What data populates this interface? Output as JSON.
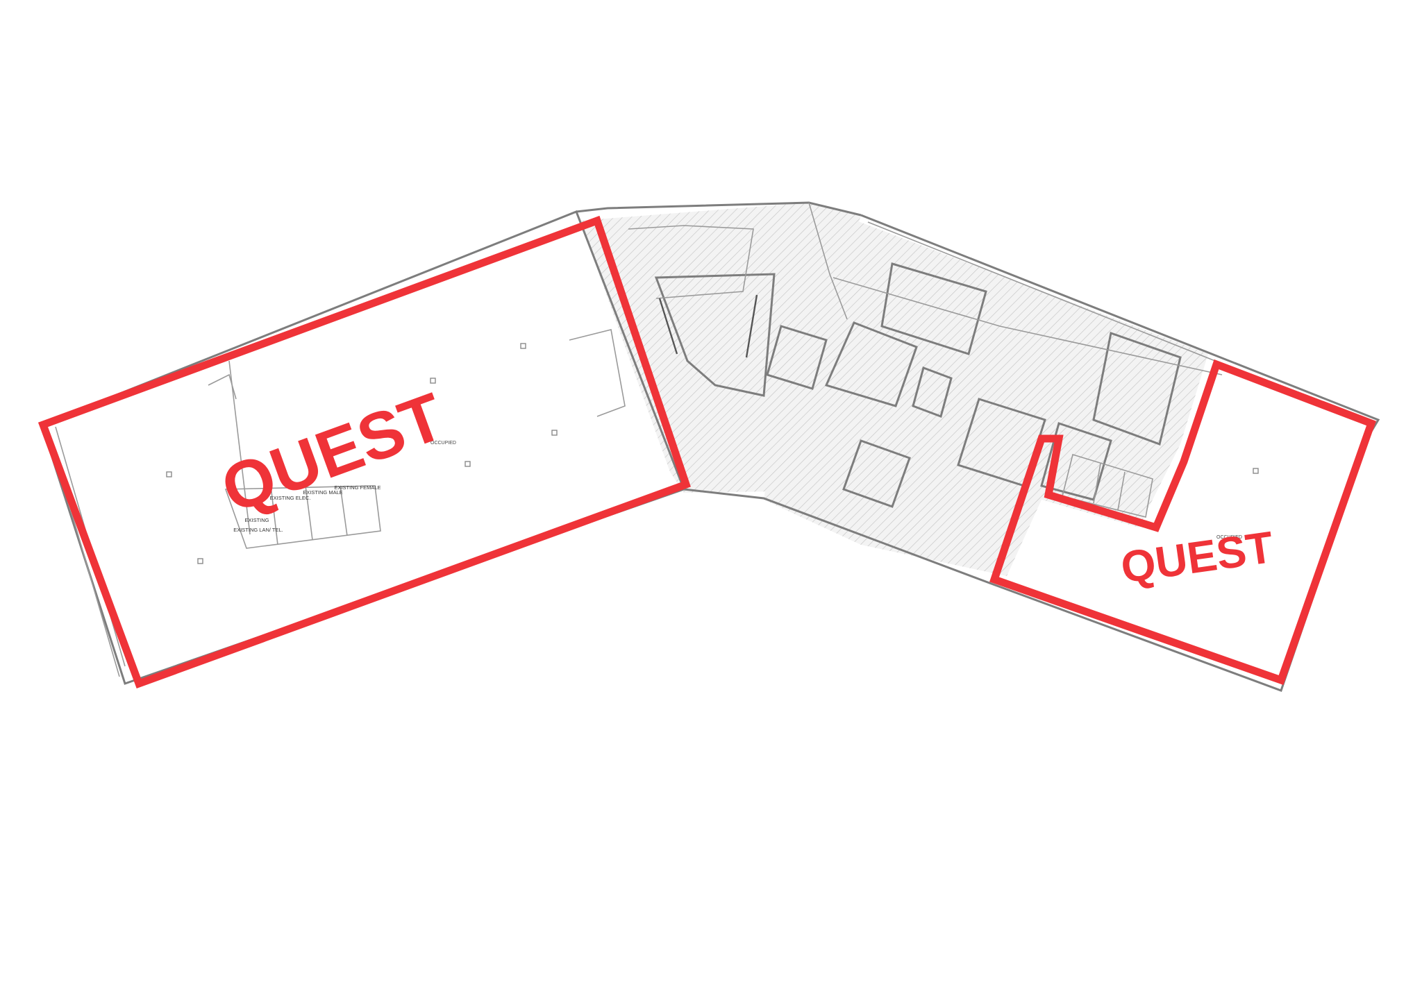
{
  "tenants": [
    {
      "label": "QUEST",
      "color": "#ef3338"
    },
    {
      "label": "QUEST",
      "color": "#ef3338"
    }
  ],
  "rooms": {
    "existing_elec": "EXISTING ELEC.",
    "existing_male": "EXISTING MALE",
    "existing_female": "EXISTING FEMALE",
    "existing_lan_tel": "EXISTING LAN/ TEL.",
    "existing_short": "EXISTING"
  },
  "notes": {
    "occupied_left": "OCCUPIED",
    "occupied_right": "OCCUPIED"
  },
  "colors": {
    "wall": "#7d7d7d",
    "hatch": "#c8c8c8",
    "tenant": "#ef3338"
  }
}
